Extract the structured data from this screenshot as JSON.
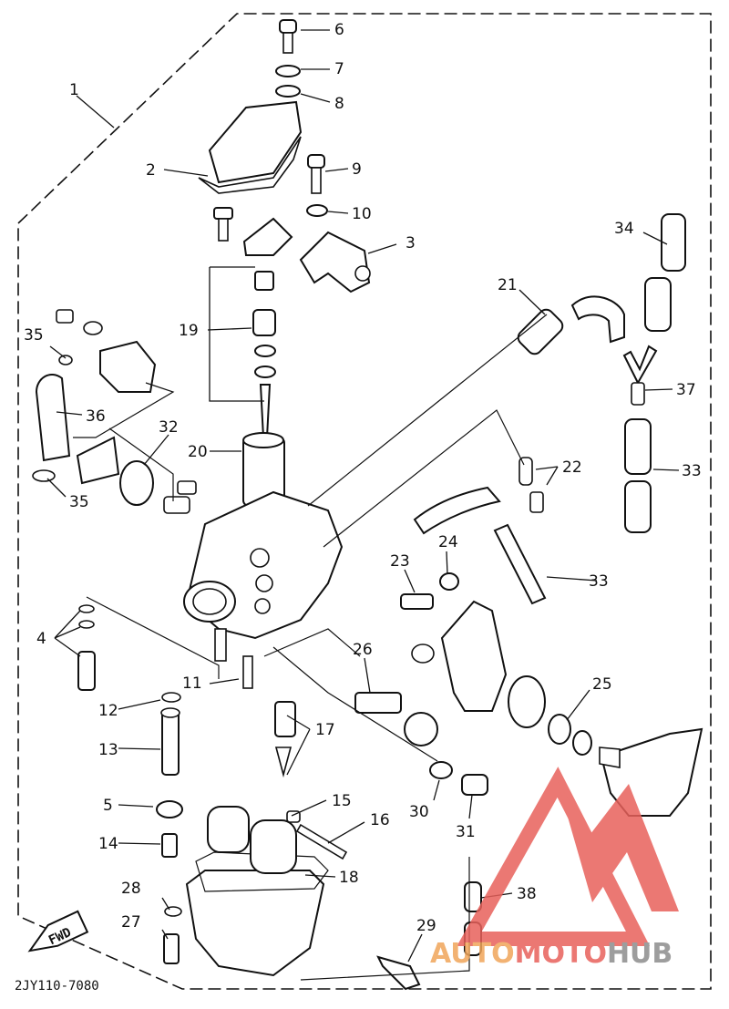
{
  "diagram_code": "2JY110-7080",
  "fwd_label": "FWD",
  "watermark": {
    "prefix": "AUTO",
    "middle": "MOTO",
    "suffix": "HUB",
    "color_red": "#e8615b",
    "color_orange": "#f0a55a",
    "color_gray": "#8c8c8c"
  },
  "callouts": [
    "1",
    "2",
    "3",
    "4",
    "5",
    "6",
    "7",
    "8",
    "9",
    "10",
    "11",
    "12",
    "13",
    "14",
    "15",
    "16",
    "17",
    "18",
    "19",
    "20",
    "21",
    "22",
    "23",
    "24",
    "25",
    "26",
    "27",
    "28",
    "29",
    "30",
    "31",
    "32",
    "33",
    "33",
    "34",
    "35",
    "35",
    "36",
    "37",
    "38"
  ]
}
